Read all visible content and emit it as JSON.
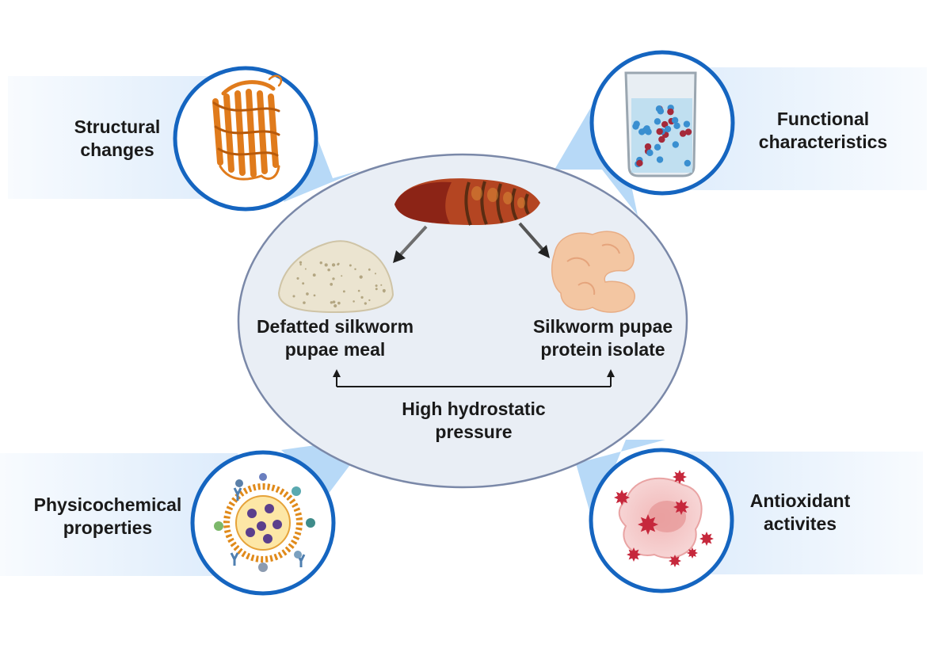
{
  "center": {
    "left_label": [
      "Defatted silkworm",
      "pupae meal"
    ],
    "right_label": [
      "Silkworm pupae",
      "protein isolate"
    ],
    "process_label": [
      "High hydrostatic",
      "pressure"
    ]
  },
  "aspects": {
    "structural": [
      "Structural",
      "changes"
    ],
    "functional": [
      "Functional",
      "characteristics"
    ],
    "physicochemical": [
      "Physicochemical",
      "properties"
    ],
    "antioxidant": [
      "Antioxidant",
      "activites"
    ]
  },
  "colors": {
    "ellipse_fill": "#e9eef5",
    "ellipse_stroke": "#7a88a8",
    "circle_stroke": "#1565c0",
    "band": "#dcebfb",
    "beam": "#b7d9f7",
    "protein": "#e07b1c",
    "pupa": "#a8341f",
    "powder": "#ebe4d0",
    "isolate": "#f3c6a2",
    "ros": "#c6283c"
  },
  "icons": [
    "beta-barrel-protein-icon",
    "beaker-molecules-icon",
    "liposome-nanoparticle-icon",
    "cell-ros-icon",
    "silkworm-pupa-icon",
    "powder-pile-icon",
    "protein-isolate-icon"
  ]
}
